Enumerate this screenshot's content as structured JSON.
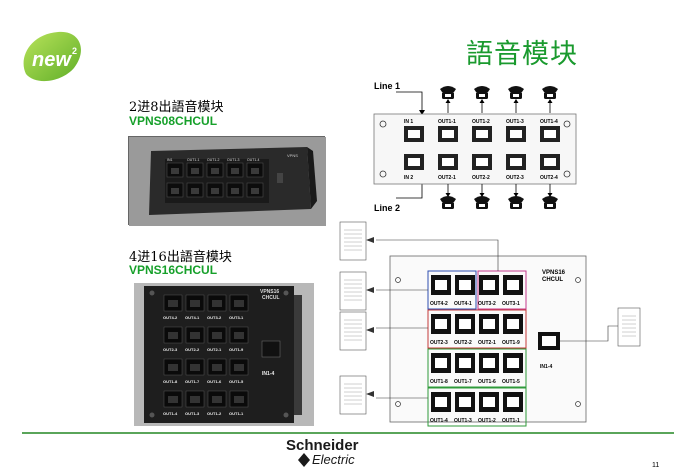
{
  "badge": {
    "text": "new"
  },
  "title": "語音模块",
  "product1": {
    "label": "2进8出語音模块",
    "model": "VPNS08CHCUL",
    "port_labels": [
      "IN1",
      "OUT1-1",
      "OUT1-2",
      "OUT1-3",
      "OUT1-4"
    ],
    "brand": "VPNS"
  },
  "product2": {
    "label": "4进16出語音模块",
    "model": "VPNS16CHCUL",
    "tag": [
      "VPNS16",
      "CHCUL"
    ],
    "row_labels": [
      [
        "OUT4-2",
        "OUT4-1",
        "OUT3-2",
        "OUT3-1"
      ],
      [
        "OUT2-3",
        "OUT2-2",
        "OUT2-1",
        "OUT1-9"
      ],
      [
        "OUT1-8",
        "OUT1-7",
        "OUT1-6",
        "OUT1-5"
      ],
      [
        "OUT1-4",
        "OUT1-3",
        "OUT1-2",
        "OUT1-1"
      ]
    ],
    "in_label": "IN1-4"
  },
  "diagram1": {
    "line1": "Line 1",
    "line2": "Line 2",
    "top_ports": [
      "IN 1",
      "OUT1-1",
      "OUT1-2",
      "OUT1-3",
      "OUT1-4"
    ],
    "bottom_ports": [
      "IN 2",
      "OUT2-1",
      "OUT2-2",
      "OUT2-3",
      "OUT2-4"
    ]
  },
  "diagram2": {
    "tag": [
      "VPNS16",
      "CHCUL"
    ],
    "rows": [
      [
        "OUT4-2",
        "OUT4-1",
        "OUT3-2",
        "OUT3-1"
      ],
      [
        "OUT2-3",
        "OUT2-2",
        "OUT2-1",
        "OUT1-9"
      ],
      [
        "OUT1-8",
        "OUT1-7",
        "OUT1-6",
        "OUT1-5"
      ],
      [
        "OUT1-4",
        "OUT1-3",
        "OUT1-2",
        "OUT1-1"
      ]
    ],
    "in_label": "IN1-4"
  },
  "footer": {
    "logo_line1": "Schneider",
    "logo_line2": "Electric",
    "page": "11"
  },
  "colors": {
    "accent": "#1a9a2e",
    "model": "#16a02a",
    "rule": "#5aa55a"
  }
}
